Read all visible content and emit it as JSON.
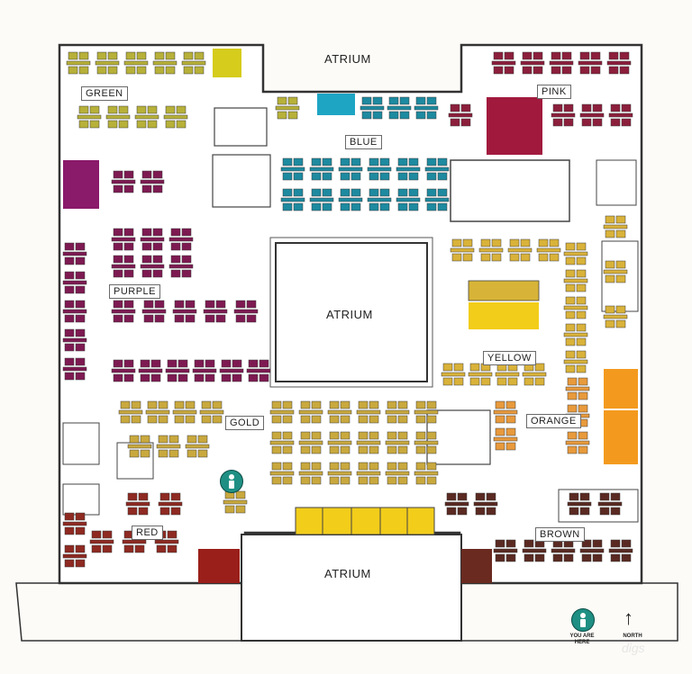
{
  "atrium_labels": [
    "ATRIUM",
    "ATRIUM",
    "ATRIUM"
  ],
  "zones": [
    {
      "name": "GREEN",
      "color": "#b7b13a"
    },
    {
      "name": "PINK",
      "color": "#8c1f3c"
    },
    {
      "name": "BLUE",
      "color": "#1e8aa0"
    },
    {
      "name": "PURPLE",
      "color": "#7e1a52"
    },
    {
      "name": "YELLOW",
      "color": "#d9b23a"
    },
    {
      "name": "GOLD",
      "color": "#c9a93e"
    },
    {
      "name": "ORANGE",
      "color": "#e89a3c"
    },
    {
      "name": "RED",
      "color": "#8e2a22"
    },
    {
      "name": "BROWN",
      "color": "#5a2a22"
    }
  ],
  "legend": {
    "you_are_here": "YOU ARE HERE",
    "north": "NORTH",
    "watermark": "digs"
  },
  "colors": {
    "wall": "#333333",
    "cyan_block": "#1ea5c4",
    "yellow_block": "#f2cd1a",
    "orange_block": "#f39a1e",
    "red_block": "#9a1f1a",
    "purple_block": "#8a1a6a",
    "green_block": "#d6cc1c",
    "pink_block": "#a11a3e"
  }
}
